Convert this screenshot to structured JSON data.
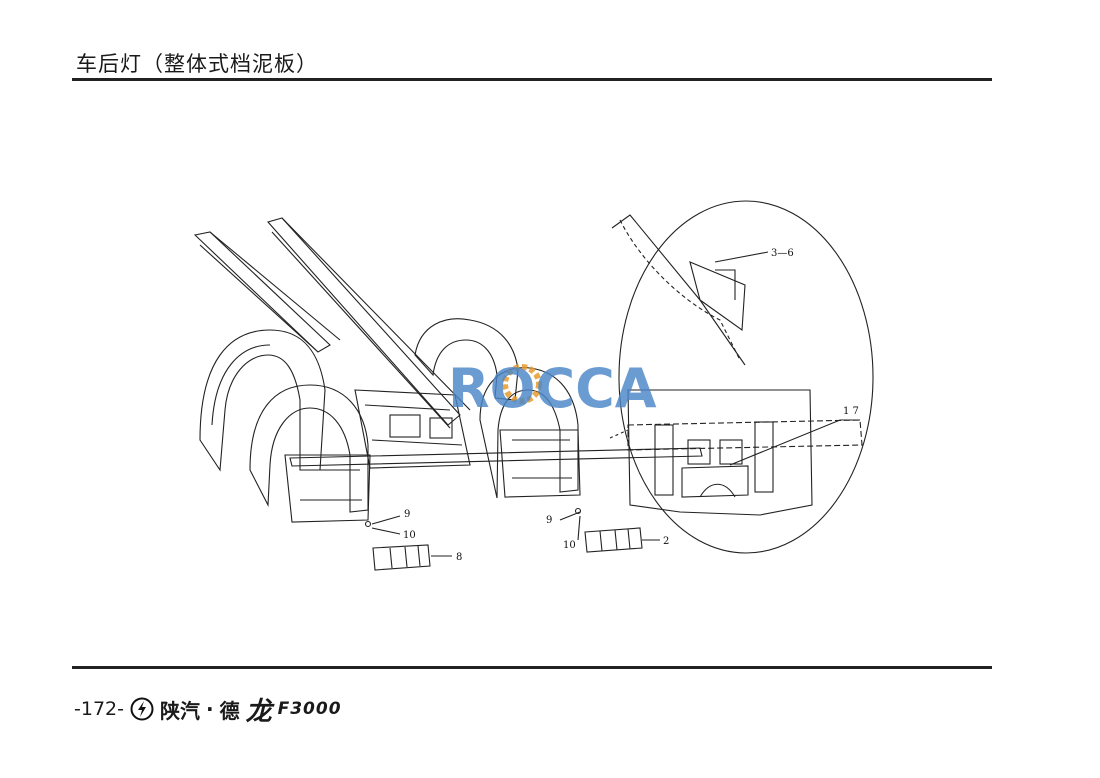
{
  "header": {
    "title": "车后灯（整体式档泥板）"
  },
  "diagram": {
    "watermark": "ROCCA",
    "callouts": {
      "c36": "3—6",
      "c17": "1  7",
      "c9a": "9",
      "c10a": "10",
      "c8": "8",
      "c9b": "9",
      "c10b": "10",
      "c2": "2"
    }
  },
  "footer": {
    "page_number": "-172-",
    "brand_name": "陕汽",
    "brand_sep": "·",
    "brand_de": "德",
    "brand_long": "龙",
    "model": "F3000"
  },
  "colors": {
    "line": "#222222",
    "watermark": "#4a86c8",
    "watermark_gear": "#e89a2c"
  }
}
